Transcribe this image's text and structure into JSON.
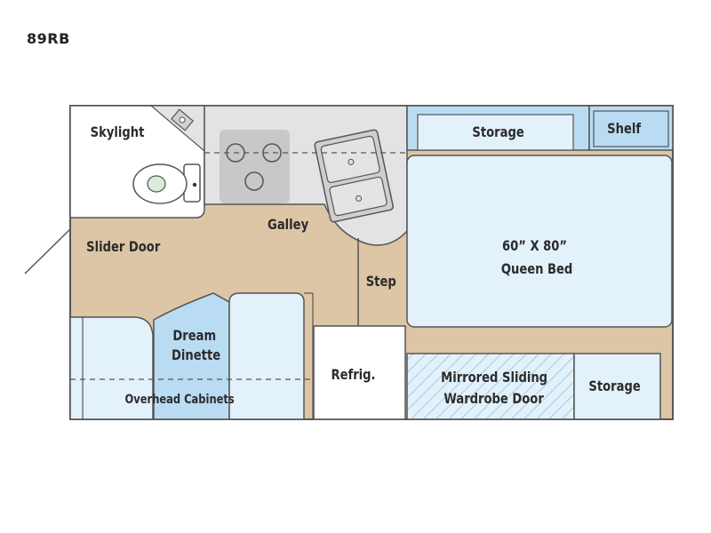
{
  "model": "89RB",
  "labels": {
    "skylight": "Skylight",
    "galley": "Galley",
    "slider_door": "Slider Door",
    "step": "Step",
    "storage_top": "Storage",
    "shelf": "Shelf",
    "bed_size": "60” X 80”",
    "bed_name": "Queen Bed",
    "dinette_line1": "Dream",
    "dinette_line2": "Dinette",
    "overhead": "Overhead Cabinets",
    "refrig": "Refrig.",
    "wardrobe_line1": "Mirrored Sliding",
    "wardrobe_line2": "Wardrobe Door",
    "storage_bottom": "Storage"
  },
  "colors": {
    "floor": "#dcc6a6",
    "light_blue": "#e3f1fb",
    "mid_blue": "#b9dcf3",
    "gray": "#e3e3e3",
    "stove": "#c8c8c8",
    "outline": "#555555"
  }
}
